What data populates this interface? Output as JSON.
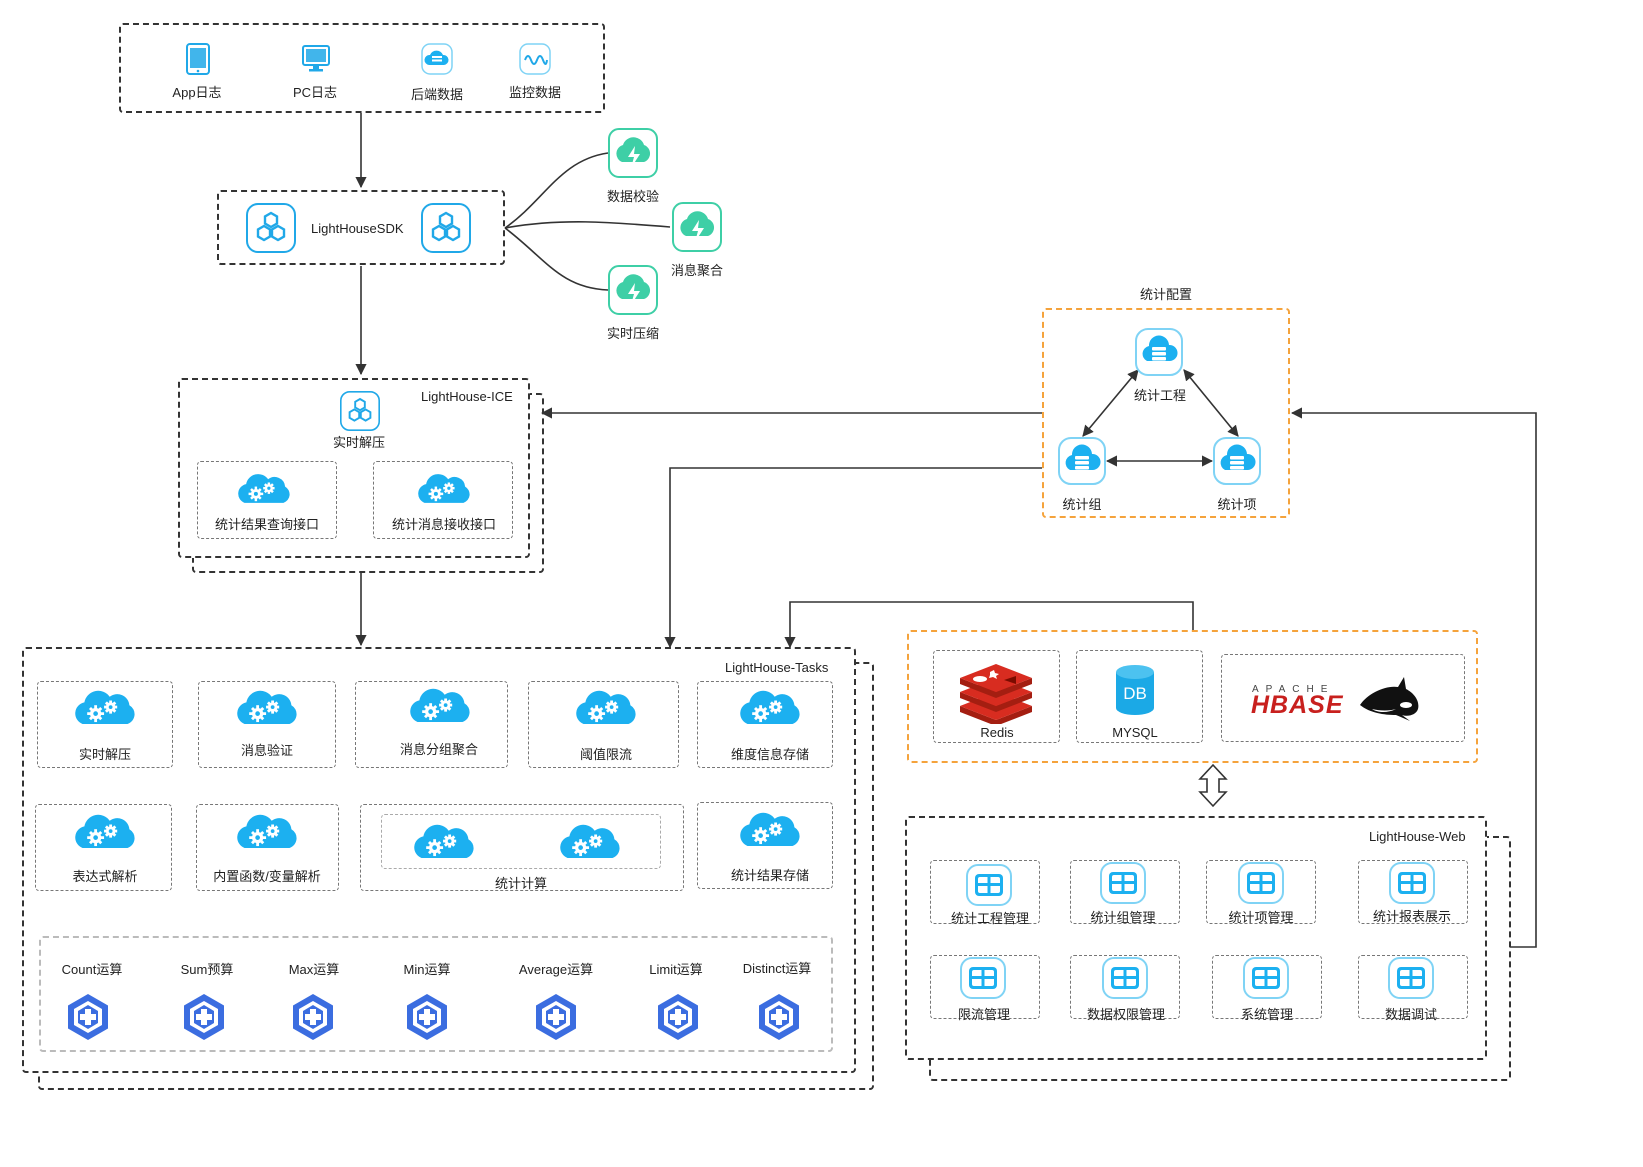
{
  "sources": {
    "items": [
      "App日志",
      "PC日志",
      "后端数据",
      "监控数据"
    ]
  },
  "sdk": {
    "label": "LightHouseSDK",
    "features": [
      "数据校验",
      "消息聚合",
      "实时压缩"
    ]
  },
  "ice": {
    "title": "LightHouse-ICE",
    "top_item": "实时解压",
    "items": [
      "统计结果查询接口",
      "统计消息接收接口"
    ]
  },
  "config": {
    "title": "统计配置",
    "items": [
      "统计工程",
      "统计组",
      "统计项"
    ]
  },
  "tasks": {
    "title": "LightHouse-Tasks",
    "row1": [
      "实时解压",
      "消息验证",
      "消息分组聚合",
      "阈值限流",
      "维度信息存储"
    ],
    "row2": [
      "表达式解析",
      "内置函数/变量解析",
      "统计计算",
      "统计结果存储"
    ],
    "ops": [
      "Count运算",
      "Sum预算",
      "Max运算",
      "Min运算",
      "Average运算",
      "Limit运算",
      "Distinct运算"
    ]
  },
  "storage": {
    "redis": "Redis",
    "db_icon": "DB",
    "mysql": "MYSQL",
    "hbase_apache": "APACHE",
    "hbase_logo": "HBASE"
  },
  "web": {
    "title": "LightHouse-Web",
    "row1": [
      "统计工程管理",
      "统计组管理",
      "统计项管理",
      "统计报表展示"
    ],
    "row2": [
      "限流管理",
      "数据权限管理",
      "系统管理",
      "数据调试"
    ]
  },
  "colors": {
    "accent_blue": "#20a8e8",
    "cloud_blue": "#1cb0f0",
    "green": "#3ecfa6",
    "orange": "#f5a33c",
    "op_blue": "#3b6de0",
    "redis_red": "#d82c20",
    "mysql_blue": "#1ba9e6"
  }
}
